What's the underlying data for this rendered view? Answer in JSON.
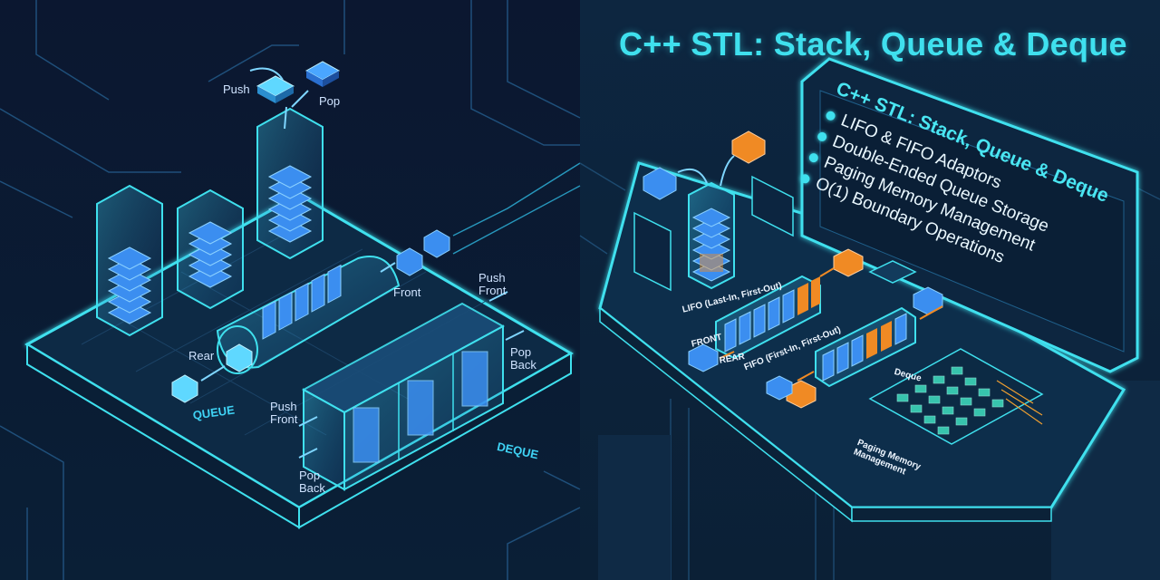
{
  "title": "C++ STL: Stack, Queue & Deque",
  "left_labels": {
    "push": "Push",
    "pop": "Pop",
    "front": "Front",
    "rear": "Rear",
    "push_front_top": "Push Front",
    "pop_back_right": "Pop Back",
    "push_front_bottom": "Push Front",
    "pop_back_bottom": "Pop Back",
    "queue": "QUEUE",
    "deque": "DEQUE"
  },
  "screen": {
    "heading": "C++ STL: Stack, Queue & Deque",
    "bullets": [
      "LIFO & FIFO Adaptors",
      "Double-Ended Queue Storage",
      "Paging Memory Management",
      "O(1) Boundary Operations"
    ]
  },
  "board_labels": {
    "lifo": "LIFO (Last-In, First-Out)",
    "front": "FRONT",
    "rear": "REAR",
    "fifo": "FIFO (First-In, First-Out)",
    "deque": "Deque",
    "paging": "Paging Memory Management"
  },
  "colors": {
    "background": "#0b1a2e",
    "neon": "#3fe0ee",
    "block": "#3b8ef0",
    "accent": "#f08a24"
  },
  "icons": [
    "push-arrow-icon",
    "pop-arrow-icon",
    "data-block-icon",
    "memory-chip-icon"
  ]
}
